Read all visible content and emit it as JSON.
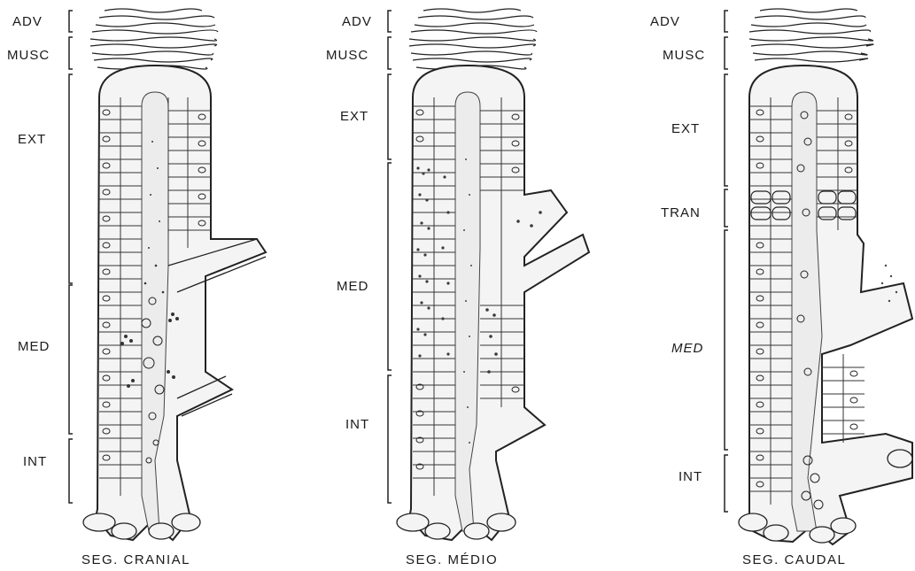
{
  "panels": [
    {
      "caption": "SEG. CRANIAL",
      "labels": {
        "adv": "ADV",
        "musc": "MUSC",
        "ext": "EXT",
        "med": "MED",
        "int": "INT"
      }
    },
    {
      "caption": "SEG. MÉDIO",
      "labels": {
        "adv": "ADV",
        "musc": "MUSC",
        "ext": "EXT",
        "med": "MED",
        "int": "INT"
      }
    },
    {
      "caption": "SEG. CAUDAL",
      "labels": {
        "adv": "ADV",
        "musc": "MUSC",
        "ext": "EXT",
        "tran": "TRAN",
        "med": "MED",
        "int": "INT"
      }
    }
  ]
}
